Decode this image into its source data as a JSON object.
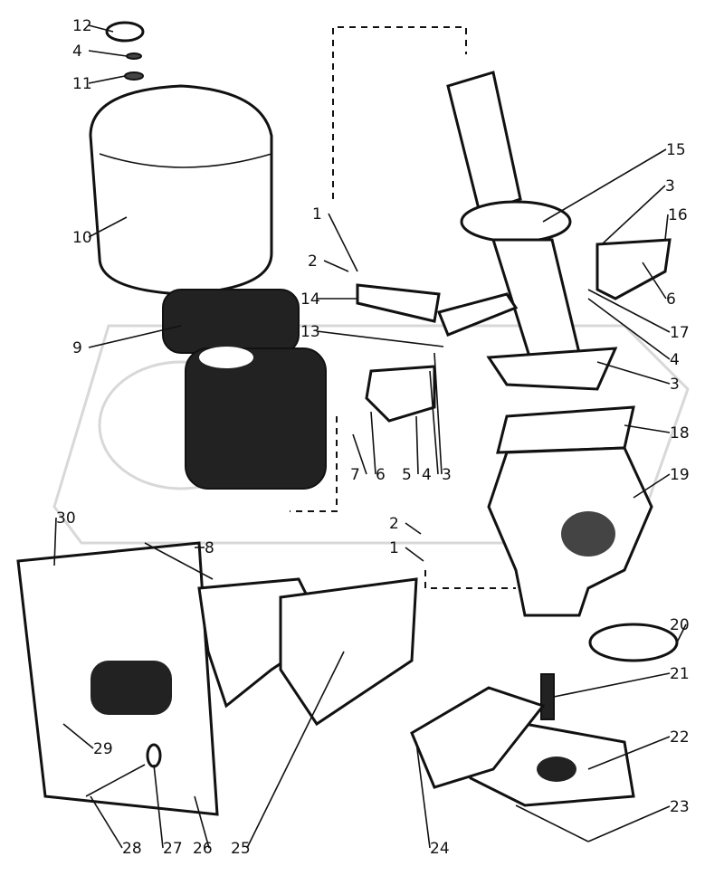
{
  "diagram": {
    "callouts": [
      "12",
      "4",
      "11",
      "10",
      "9",
      "30",
      "29",
      "28",
      "27",
      "26",
      "25",
      "24",
      "23",
      "22",
      "21",
      "20",
      "19",
      "18",
      "3",
      "4",
      "17",
      "6",
      "16",
      "3",
      "15",
      "1",
      "2",
      "14",
      "13",
      "7",
      "6",
      "5",
      "4",
      "3",
      "8",
      "2",
      "1"
    ],
    "colors": {
      "ink": "#111111",
      "watermark": "#d8d8d8",
      "background": "#ffffff"
    }
  }
}
